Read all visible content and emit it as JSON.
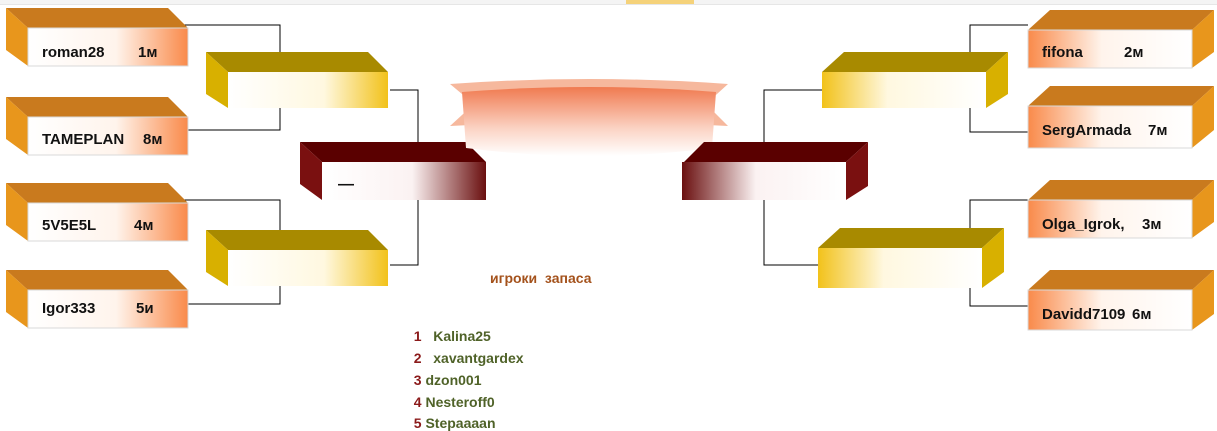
{
  "colors": {
    "orange_top": "#c97a1e",
    "orange_side": "#e08a14",
    "gold_top": "#a88a00",
    "gold_side": "#d8b000",
    "maroon_top": "#5a0000",
    "maroon_side": "#7a1010",
    "banner": "#f08060",
    "line": "#000000"
  },
  "players_left": [
    {
      "name": "roman28",
      "tag": "1м"
    },
    {
      "name": "TAMEPLAN",
      "tag": "8м"
    },
    {
      "name": "5V5E5L",
      "tag": "4м"
    },
    {
      "name": "Igor333",
      "tag": "5и"
    }
  ],
  "players_right": [
    {
      "name": "fifona",
      "tag": "2м"
    },
    {
      "name": "SergArmada",
      "tag": "7м"
    },
    {
      "name": "Olga_Igrok,",
      "tag": "3м"
    },
    {
      "name": "Davidd7109",
      "tag": "6м"
    }
  ],
  "semifinal_left_label": "—",
  "reserve": {
    "title": "игроки  запаса",
    "items": [
      {
        "num": "1",
        "name": "Kalina25"
      },
      {
        "num": "2",
        "name": "xavantgardex"
      },
      {
        "num": "3",
        "name": "dzon001"
      },
      {
        "num": "4",
        "name": "Nesteroff0"
      },
      {
        "num": "5",
        "name": "Stepaaaan"
      }
    ]
  }
}
